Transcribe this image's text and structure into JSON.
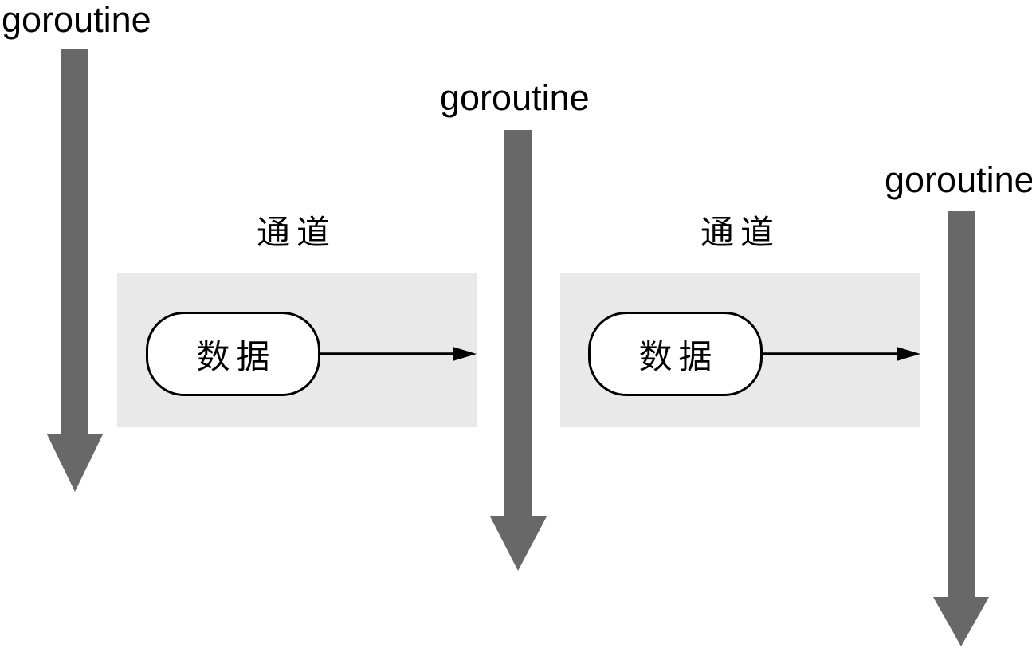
{
  "goroutines": [
    {
      "label": "goroutine"
    },
    {
      "label": "goroutine"
    },
    {
      "label": "goroutine"
    }
  ],
  "channels": [
    {
      "title": "通道",
      "data_pill": "数据"
    },
    {
      "title": "通道",
      "data_pill": "数据"
    }
  ],
  "colors": {
    "goroutine_arrow": "#686868",
    "channel_bg": "#e9e9e9",
    "pill_bg": "#ffffff",
    "pill_border": "#000000",
    "data_arrow": "#000000",
    "text": "#000000"
  }
}
